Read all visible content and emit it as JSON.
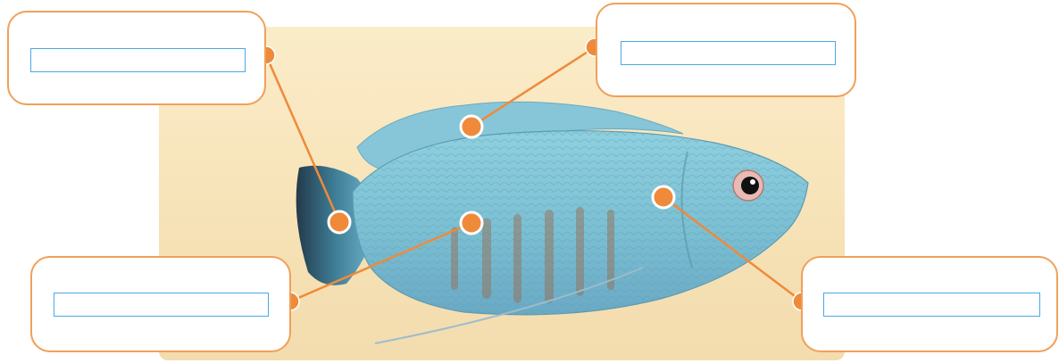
{
  "diagram": {
    "subject": "fish",
    "label_boxes": [
      {
        "id": "top-left",
        "value": "",
        "placeholder": ""
      },
      {
        "id": "top-right",
        "value": "",
        "placeholder": ""
      },
      {
        "id": "bottom-left",
        "value": "",
        "placeholder": ""
      },
      {
        "id": "bottom-right",
        "value": "",
        "placeholder": ""
      }
    ],
    "colors": {
      "leader_line": "#ef8a3a",
      "callout_border": "#f0a05a",
      "input_border": "#4aa8e8",
      "photo_background": "#f6e2b6",
      "fish_body": "#7fc3d6"
    },
    "icons": [
      "fish-image",
      "label-dot-icon"
    ]
  }
}
